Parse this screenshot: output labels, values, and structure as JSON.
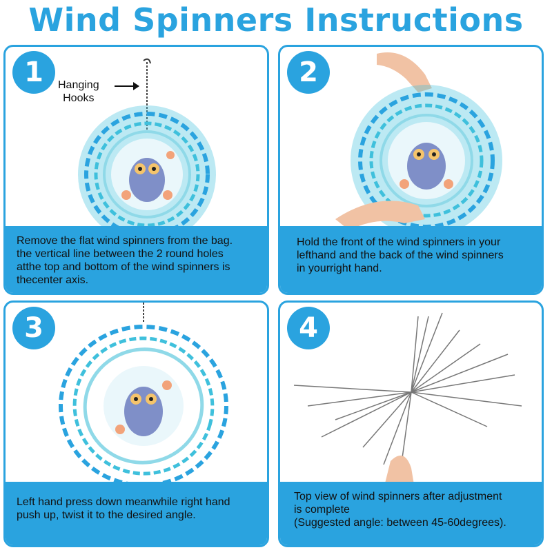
{
  "title": "Wind Spinners Instructions",
  "colors": {
    "accent": "#2aa3df",
    "spinner": "#3fc0dc",
    "owl": "#7f8fc8"
  },
  "panels": [
    {
      "number": "1",
      "caption": "Remove the flat wind spinners from the bag.\nthe vertical line between the 2 round holes\natthe top and bottom of the wind spinners is\nthecenter axis.",
      "hook_label": "Hanging\nHooks"
    },
    {
      "number": "2",
      "caption": "Hold the front of the wind spinners in your\nlefthand and the back of the wind spinners\nin yourright hand."
    },
    {
      "number": "3",
      "caption": "Left hand press down meanwhile right hand\npush up, twist it to the desired angle."
    },
    {
      "number": "4",
      "caption": "Top view of wind spinners after adjustment\nis complete\n(Suggested angle: between 45-60degrees)."
    }
  ]
}
